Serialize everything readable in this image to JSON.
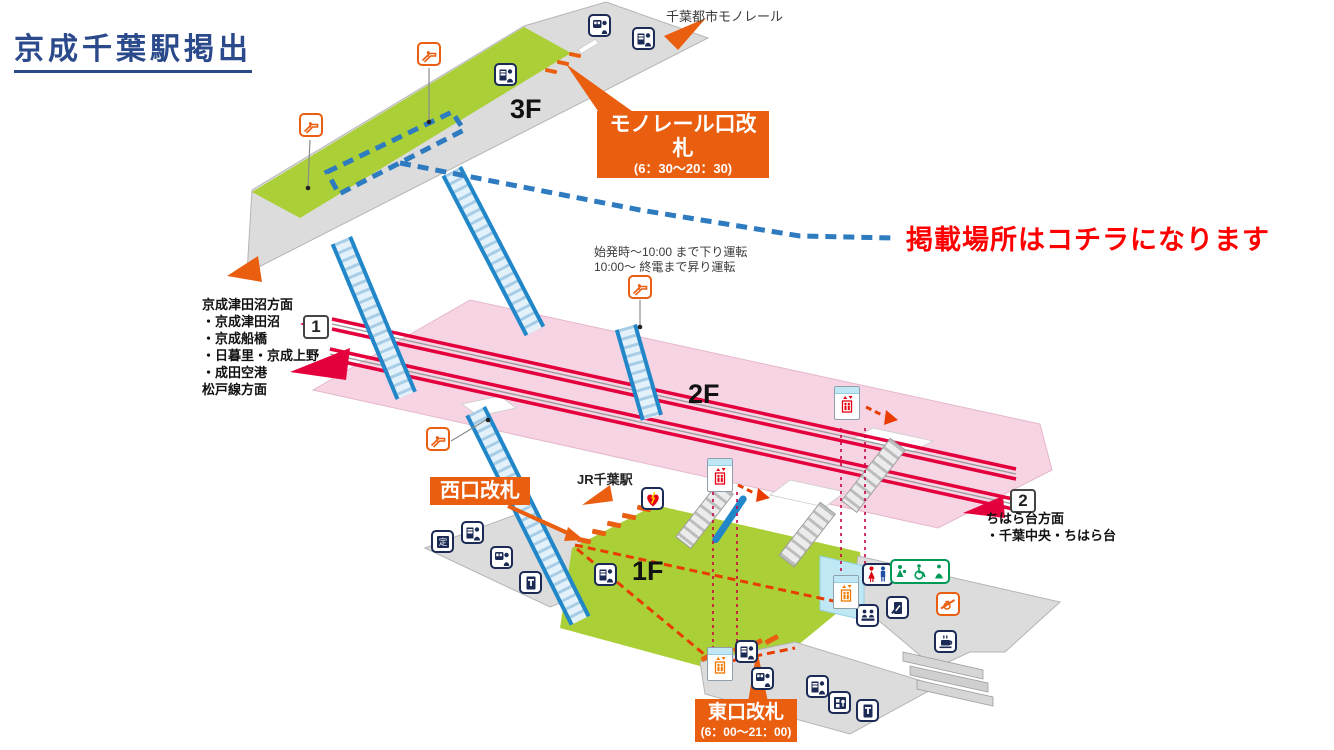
{
  "title": "京成千葉駅掲出",
  "top_label": "千葉都市モノレール",
  "poster_note": "掲載場所はコチラになります",
  "jr_label": "JR千葉駅",
  "gates": {
    "monorail": {
      "label": "モノレール口改札",
      "hours": "(6：30～20：30)"
    },
    "west": {
      "label": "西口改札"
    },
    "east": {
      "label": "東口改札",
      "hours": "(6：00～21：00)"
    }
  },
  "floor_labels": {
    "f3": "3F",
    "f2": "2F",
    "f1": "1F"
  },
  "platforms": {
    "track1": {
      "number": "1"
    },
    "track2": {
      "number": "2"
    }
  },
  "destinations_left": [
    "京成津田沼方面",
    "・京成津田沼",
    "・京成船橋",
    "・日暮里・京成上野",
    "・成田空港",
    "松戸線方面"
  ],
  "destinations_right": [
    "ちはら台方面",
    "・千葉中央・ちはら台"
  ],
  "escalator_note": [
    "始発時～10:00 まで下り運転",
    "10:00～ 終電まで昇り運転"
  ],
  "icons_text": {
    "commuter": "定"
  },
  "icons": {
    "escalator": "person-on-slope",
    "wheelchair-escalator": "wheelchair-on-slope",
    "elevator": "box-with-up-down-arrows",
    "ticket-machine": "machine-with-person",
    "ticket-window": "train-with-person",
    "commuter-pass-machine": "machine-with-定",
    "certificate-machine": "machine-with-T",
    "coin-locker": "locker-with-key",
    "restroom": "male-female-figures",
    "baby-care": "parent-with-baby",
    "wheelchair-access": "wheelchair",
    "ostomate": "person-figure",
    "information-counter": "two-people-at-counter",
    "service-machine": "machine",
    "coffee-shop": "coffee-cup",
    "aed": "heart-with-bolt"
  },
  "colors": {
    "accent_orange": "#ea5e10",
    "floor_green": "#abd037",
    "floor_pink": "#f7d4e3",
    "floor_gray": "#dcdcdc",
    "track_red": "#e3003c",
    "route_blue": "#2f7bc0",
    "walk_red": "#e83c00",
    "shaft_red": "#cc0044",
    "stair_blue": "#2187c8",
    "icon_navy": "#1c2b55",
    "title_blue": "#2b4a8c",
    "poster_text_red": "#ff0000",
    "accessibility_green": "#009a57",
    "elevator_red": "#e60012",
    "elevator_orange": "#f07800",
    "elevator_cyan": "#bfe8f4"
  }
}
